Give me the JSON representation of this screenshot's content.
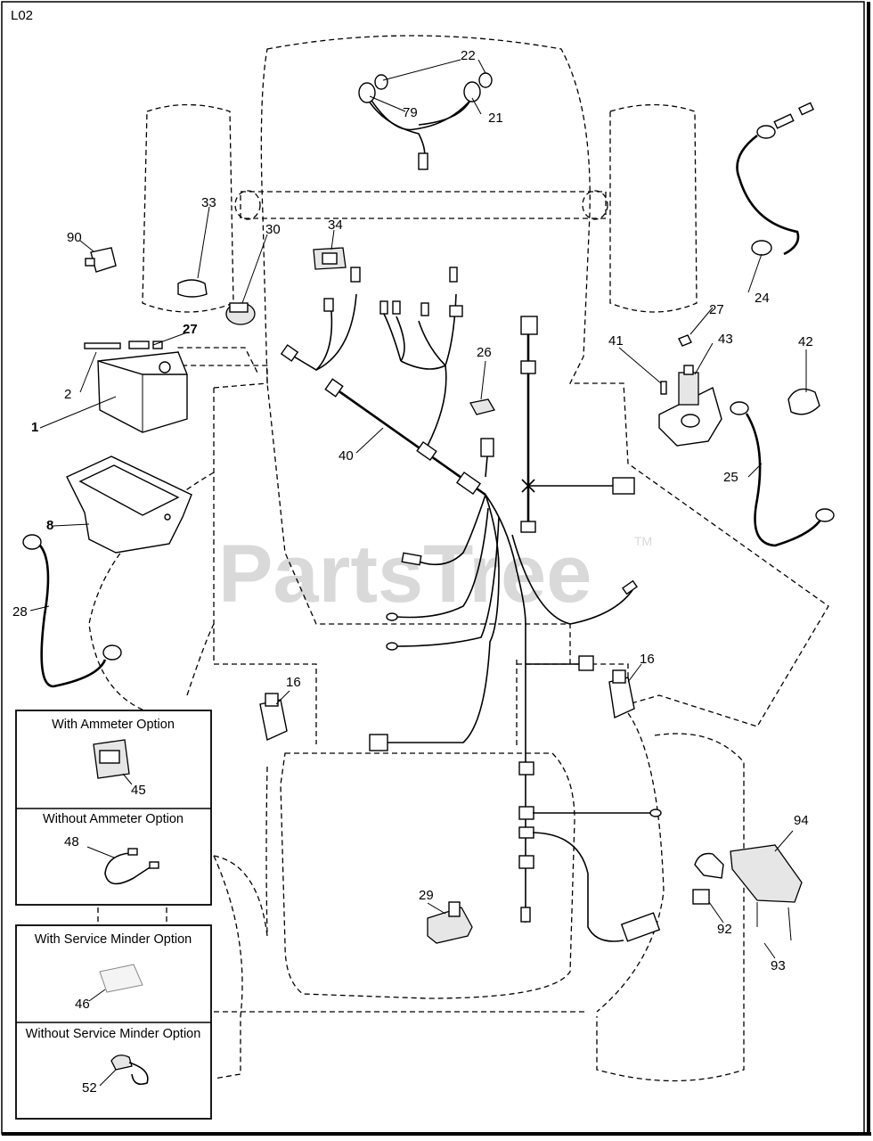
{
  "diagram_id": "L02",
  "watermark": {
    "text": "PartsTree",
    "tm": "TM"
  },
  "callouts": {
    "c1": "1",
    "c2": "2",
    "c8": "8",
    "c16a": "16",
    "c16b": "16",
    "c21": "21",
    "c22": "22",
    "c24": "24",
    "c25": "25",
    "c26": "26",
    "c27a": "27",
    "c27b": "27",
    "c28": "28",
    "c29": "29",
    "c30": "30",
    "c33": "33",
    "c34": "34",
    "c40": "40",
    "c41": "41",
    "c42": "42",
    "c43": "43",
    "c45": "45",
    "c46": "46",
    "c48": "48",
    "c52": "52",
    "c79": "79",
    "c90": "90",
    "c92": "92",
    "c93": "93",
    "c94": "94"
  },
  "option_boxes": {
    "ammeter": {
      "with": "With Ammeter Option",
      "without": "Without Ammeter Option"
    },
    "service_minder": {
      "with": "With Service Minder Option",
      "without": "Without Service Minder Option"
    }
  },
  "colors": {
    "ink": "#000000",
    "watermark": "#d9d9d9",
    "background": "#ffffff"
  }
}
